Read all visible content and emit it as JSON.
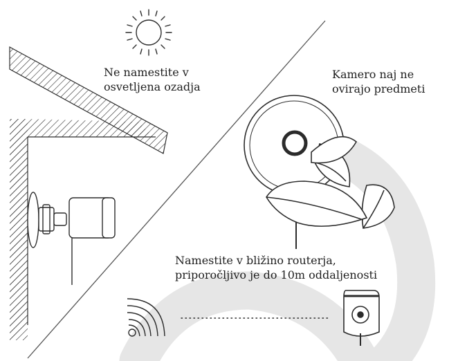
{
  "captions": {
    "backlight": "Ne namestite v\nosvetljena ozadja",
    "obstruction": "Kamero naj ne\novirajo predmeti",
    "router": "Namestite v bližino routerja,\npriporočljivo je do 10m oddaljenosti"
  },
  "icons": {
    "sun": "sun-icon",
    "wifi": "wifi-icon",
    "outdoor_camera": "outdoor-camera-icon",
    "dome_camera": "dome-camera-icon",
    "leaves": "leaves-icon",
    "small_camera": "small-camera-icon"
  },
  "colors": {
    "line": "#2b2b2b",
    "watermark": "#e6e6e6",
    "text": "#1e1e1e"
  }
}
